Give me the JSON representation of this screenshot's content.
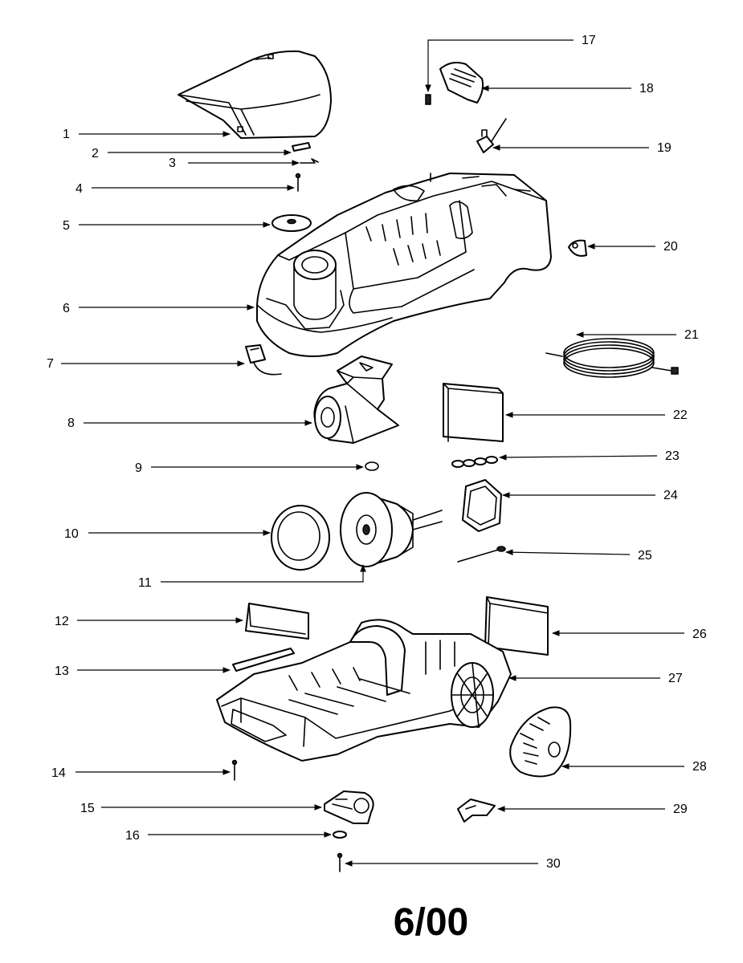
{
  "diagram": {
    "footer_date": "6/00",
    "callouts": {
      "p1": "1",
      "p2": "2",
      "p3": "3",
      "p4": "4",
      "p5": "5",
      "p6": "6",
      "p7": "7",
      "p8": "8",
      "p9": "9",
      "p10": "10",
      "p11": "11",
      "p12": "12",
      "p13": "13",
      "p14": "14",
      "p15": "15",
      "p16": "16",
      "p17": "17",
      "p18": "18",
      "p19": "19",
      "p20": "20",
      "p21": "21",
      "p22": "22",
      "p23": "23",
      "p24": "24",
      "p25": "25",
      "p26": "26",
      "p27": "27",
      "p28": "28",
      "p29": "29",
      "p30": "30"
    }
  }
}
